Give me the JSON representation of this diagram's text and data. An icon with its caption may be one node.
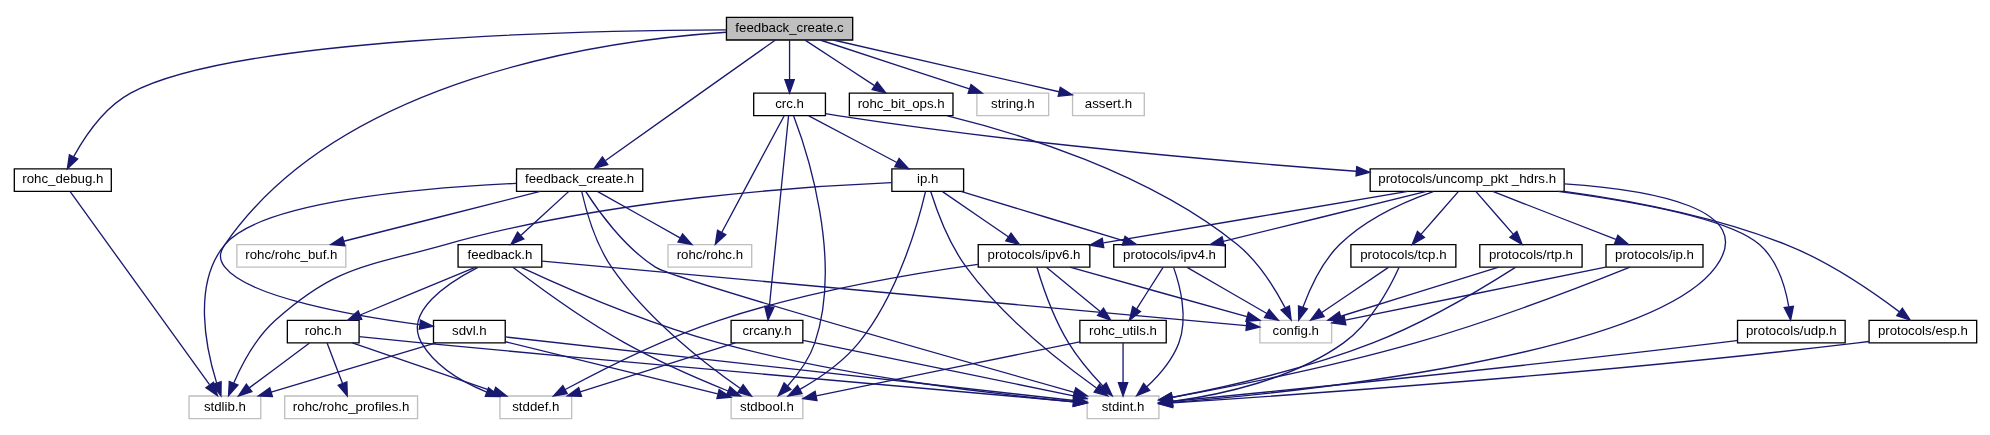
{
  "diagram": {
    "nodes": [
      {
        "text": [
          "feedback_create.c"
        ]
      },
      {
        "text": [
          "rohc_debug.h"
        ]
      },
      {
        "text": [
          "crc.h"
        ]
      },
      {
        "text": [
          "string.h"
        ]
      },
      {
        "text": [
          "assert.h"
        ]
      },
      {
        "text": [
          "feedback_create.h"
        ]
      },
      {
        "text": [
          "ip.h"
        ]
      },
      {
        "text": [
          "rohc_bit_ops.h"
        ]
      },
      {
        "text": [
          "protocols/uncomp_pkt _hdrs.h"
        ]
      },
      {
        "text": [
          "rohc/rohc_buf.h"
        ]
      },
      {
        "text": [
          "feedback.h"
        ]
      },
      {
        "text": [
          "rohc/rohc.h"
        ]
      },
      {
        "text": [
          "protocols/ipv6.h"
        ]
      },
      {
        "text": [
          "protocols/ipv4.h"
        ]
      },
      {
        "text": [
          "protocols/tcp.h"
        ]
      },
      {
        "text": [
          "protocols/rtp.h"
        ]
      },
      {
        "text": [
          "protocols/ip.h"
        ]
      },
      {
        "text": [
          "rohc.h"
        ]
      },
      {
        "text": [
          "sdvl.h"
        ]
      },
      {
        "text": [
          "crcany.h"
        ]
      },
      {
        "text": [
          "rohc_utils.h"
        ]
      },
      {
        "text": [
          "config.h"
        ]
      },
      {
        "text": [
          "protocols/esp.h"
        ]
      },
      {
        "text": [
          "protocols/udp.h"
        ]
      },
      {
        "text": [
          "stdlib.h"
        ]
      },
      {
        "text": [
          "rohc/rohc_profiles.h"
        ]
      },
      {
        "text": [
          "stddef.h"
        ]
      },
      {
        "text": [
          "stdbool.h"
        ]
      },
      {
        "text": [
          "stdint.h"
        ]
      }
    ],
    "edges": [
      {
        "from": 0,
        "to": 1,
        "arrow": "to"
      },
      {
        "from": 0,
        "to": 18,
        "arrow": "to"
      },
      {
        "from": 0,
        "to": 5,
        "arrow": "to"
      },
      {
        "from": 0,
        "to": 2,
        "arrow": "to"
      },
      {
        "from": 0,
        "to": 7,
        "arrow": "to"
      },
      {
        "from": 0,
        "to": 3,
        "arrow": "to"
      },
      {
        "from": 0,
        "to": 4,
        "arrow": "to"
      },
      {
        "from": 1,
        "to": 24,
        "arrow": "to"
      },
      {
        "from": 2,
        "to": 11,
        "arrow": "to"
      },
      {
        "from": 2,
        "to": 19,
        "arrow": "to"
      },
      {
        "from": 2,
        "to": 27,
        "arrow": "to"
      },
      {
        "from": 2,
        "to": 6,
        "arrow": "to"
      },
      {
        "from": 2,
        "to": 8,
        "arrow": "to"
      },
      {
        "from": 5,
        "to": 24,
        "arrow": "to"
      },
      {
        "from": 5,
        "to": 9,
        "arrow": "to"
      },
      {
        "from": 5,
        "to": 10,
        "arrow": "to"
      },
      {
        "from": 5,
        "to": 11,
        "arrow": "to"
      },
      {
        "from": 5,
        "to": 27,
        "arrow": "to"
      },
      {
        "from": 5,
        "to": 28,
        "arrow": "to"
      },
      {
        "from": 6,
        "to": 24,
        "arrow": "to"
      },
      {
        "from": 6,
        "to": 27,
        "arrow": "to"
      },
      {
        "from": 6,
        "to": 28,
        "arrow": "to"
      },
      {
        "from": 6,
        "to": 12,
        "arrow": "to"
      },
      {
        "from": 6,
        "to": 13,
        "arrow": "to"
      },
      {
        "from": 7,
        "to": 21,
        "arrow": "to"
      },
      {
        "from": 8,
        "to": 12,
        "arrow": "to"
      },
      {
        "from": 8,
        "to": 13,
        "arrow": "to"
      },
      {
        "from": 8,
        "to": 21,
        "arrow": "to"
      },
      {
        "from": 8,
        "to": 14,
        "arrow": "to"
      },
      {
        "from": 8,
        "to": 15,
        "arrow": "to"
      },
      {
        "from": 8,
        "to": 16,
        "arrow": "to"
      },
      {
        "from": 8,
        "to": 28,
        "arrow": "to"
      },
      {
        "from": 8,
        "to": 22,
        "arrow": "to"
      },
      {
        "from": 8,
        "to": 23,
        "arrow": "to"
      },
      {
        "from": 10,
        "to": 17,
        "arrow": "to"
      },
      {
        "from": 10,
        "to": 26,
        "arrow": "to"
      },
      {
        "from": 10,
        "to": 27,
        "arrow": "to"
      },
      {
        "from": 10,
        "to": 28,
        "arrow": "to"
      },
      {
        "from": 10,
        "to": 21,
        "arrow": "to"
      },
      {
        "from": 12,
        "to": 26,
        "arrow": "to"
      },
      {
        "from": 12,
        "to": 28,
        "arrow": "to"
      },
      {
        "from": 12,
        "to": 20,
        "arrow": "to"
      },
      {
        "from": 12,
        "to": 21,
        "arrow": "to"
      },
      {
        "from": 13,
        "to": 20,
        "arrow": "to"
      },
      {
        "from": 13,
        "to": 28,
        "arrow": "to"
      },
      {
        "from": 13,
        "to": 21,
        "arrow": "to"
      },
      {
        "from": 14,
        "to": 21,
        "arrow": "to"
      },
      {
        "from": 14,
        "to": 28,
        "arrow": "to"
      },
      {
        "from": 15,
        "to": 21,
        "arrow": "to"
      },
      {
        "from": 15,
        "to": 28,
        "arrow": "to"
      },
      {
        "from": 16,
        "to": 21,
        "arrow": "to"
      },
      {
        "from": 16,
        "to": 28,
        "arrow": "to"
      },
      {
        "from": 17,
        "to": 24,
        "arrow": "to"
      },
      {
        "from": 17,
        "to": 25,
        "arrow": "to"
      },
      {
        "from": 17,
        "to": 26,
        "arrow": "to"
      },
      {
        "from": 17,
        "to": 28,
        "arrow": "to"
      },
      {
        "from": 18,
        "to": 24,
        "arrow": "to"
      },
      {
        "from": 18,
        "to": 27,
        "arrow": "to"
      },
      {
        "from": 18,
        "to": 28,
        "arrow": "to"
      },
      {
        "from": 19,
        "to": 26,
        "arrow": "to"
      },
      {
        "from": 19,
        "to": 28,
        "arrow": "to"
      },
      {
        "from": 20,
        "to": 27,
        "arrow": "to"
      },
      {
        "from": 20,
        "to": 28,
        "arrow": "to"
      },
      {
        "from": 22,
        "to": 28,
        "arrow": "to"
      },
      {
        "from": 23,
        "to": 28,
        "arrow": "to"
      }
    ]
  }
}
